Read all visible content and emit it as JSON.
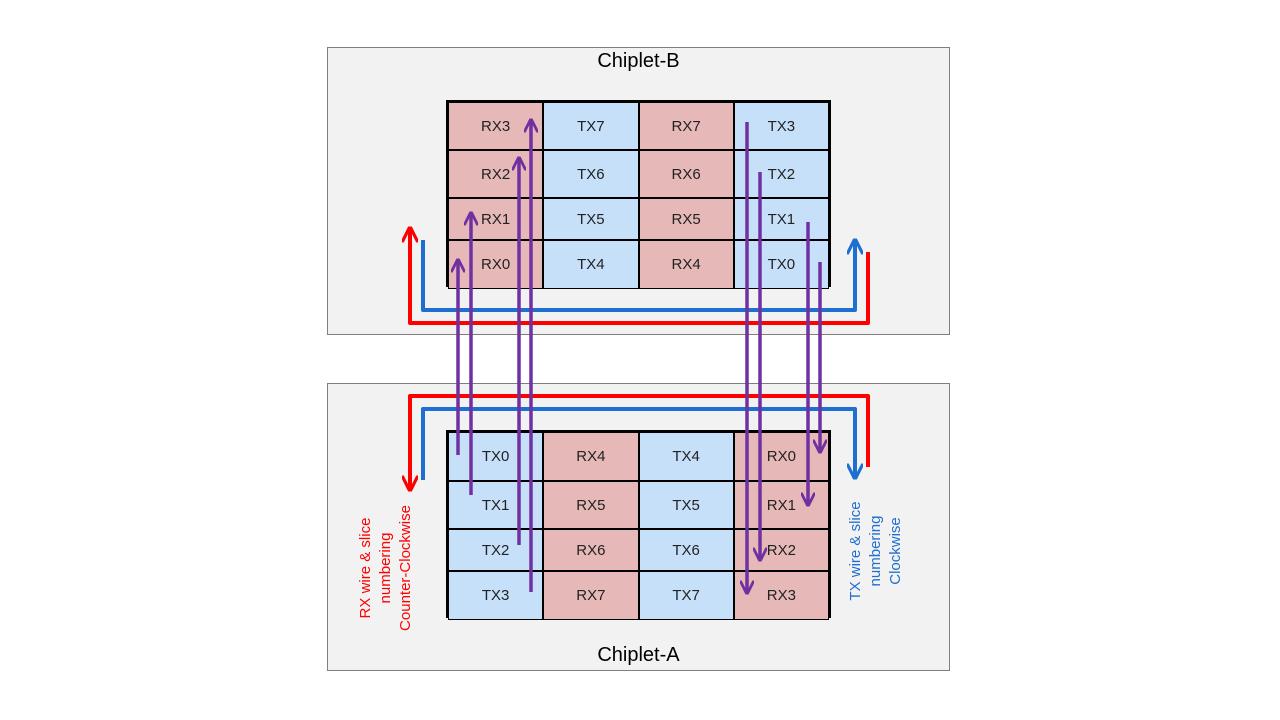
{
  "chiplet_b": {
    "title": "Chiplet-B",
    "rows": [
      [
        "RX3",
        "TX7",
        "RX7",
        "TX3"
      ],
      [
        "RX2",
        "TX6",
        "RX6",
        "TX2"
      ],
      [
        "RX1",
        "TX5",
        "RX5",
        "TX1"
      ],
      [
        "RX0",
        "TX4",
        "RX4",
        "TX0"
      ]
    ]
  },
  "chiplet_a": {
    "title": "Chiplet-A",
    "rows": [
      [
        "TX0",
        "RX4",
        "TX4",
        "RX0"
      ],
      [
        "TX1",
        "RX5",
        "TX5",
        "RX1"
      ],
      [
        "TX2",
        "RX6",
        "TX6",
        "RX2"
      ],
      [
        "TX3",
        "RX7",
        "TX7",
        "RX3"
      ]
    ]
  },
  "notes": {
    "rx": [
      "RX wire & slice",
      "numbering",
      "Counter-Clockwise"
    ],
    "tx": [
      "TX wire & slice",
      "numbering",
      "Clockwise"
    ]
  },
  "colors": {
    "rx_cell": "#e6b9b8",
    "tx_cell": "#c6e0fa",
    "rx_direction": "#ff0000",
    "tx_direction": "#1f6fd0",
    "connection": "#7030a0"
  }
}
